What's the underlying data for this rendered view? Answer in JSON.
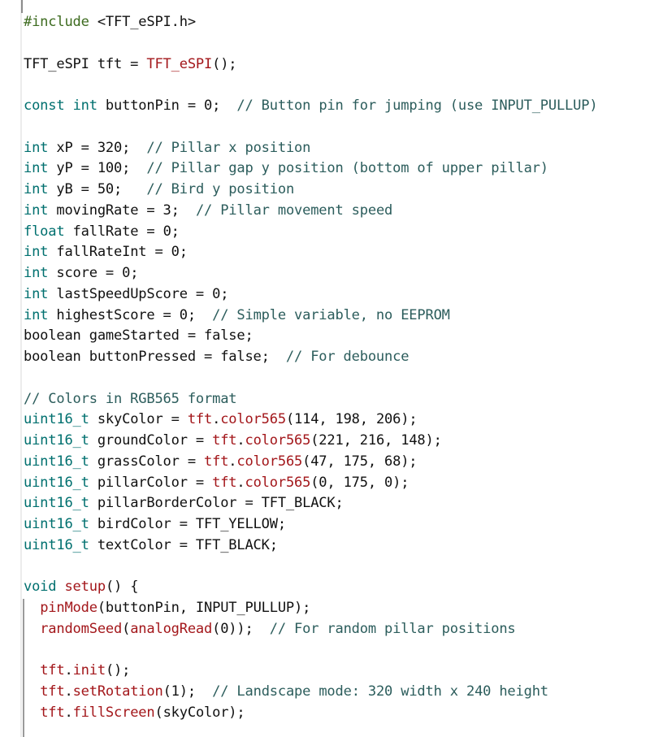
{
  "editor": {
    "theme": {
      "background": "#ffffff",
      "preprocessor": "#3d6b1f",
      "keyword": "#00706f",
      "function": "#a3171b",
      "comment": "#2c5d5c",
      "text": "#111111"
    },
    "lines": [
      [
        {
          "t": "pre",
          "v": "#include"
        },
        {
          "t": "tx",
          "v": " <TFT_eSPI.h>"
        }
      ],
      [],
      [
        {
          "t": "tx",
          "v": "TFT_eSPI tft = "
        },
        {
          "t": "fn",
          "v": "TFT_eSPI"
        },
        {
          "t": "tx",
          "v": "();"
        }
      ],
      [],
      [
        {
          "t": "kw",
          "v": "const"
        },
        {
          "t": "tx",
          "v": " "
        },
        {
          "t": "kw",
          "v": "int"
        },
        {
          "t": "tx",
          "v": " buttonPin = 0;  "
        },
        {
          "t": "cm",
          "v": "// Button pin for jumping (use INPUT_PULLUP)"
        }
      ],
      [],
      [
        {
          "t": "kw",
          "v": "int"
        },
        {
          "t": "tx",
          "v": " xP = 320;  "
        },
        {
          "t": "cm",
          "v": "// Pillar x position"
        }
      ],
      [
        {
          "t": "kw",
          "v": "int"
        },
        {
          "t": "tx",
          "v": " yP = 100;  "
        },
        {
          "t": "cm",
          "v": "// Pillar gap y position (bottom of upper pillar)"
        }
      ],
      [
        {
          "t": "kw",
          "v": "int"
        },
        {
          "t": "tx",
          "v": " yB = 50;   "
        },
        {
          "t": "cm",
          "v": "// Bird y position"
        }
      ],
      [
        {
          "t": "kw",
          "v": "int"
        },
        {
          "t": "tx",
          "v": " movingRate = 3;  "
        },
        {
          "t": "cm",
          "v": "// Pillar movement speed"
        }
      ],
      [
        {
          "t": "kw",
          "v": "float"
        },
        {
          "t": "tx",
          "v": " fallRate = 0;"
        }
      ],
      [
        {
          "t": "kw",
          "v": "int"
        },
        {
          "t": "tx",
          "v": " fallRateInt = 0;"
        }
      ],
      [
        {
          "t": "kw",
          "v": "int"
        },
        {
          "t": "tx",
          "v": " score = 0;"
        }
      ],
      [
        {
          "t": "kw",
          "v": "int"
        },
        {
          "t": "tx",
          "v": " lastSpeedUpScore = 0;"
        }
      ],
      [
        {
          "t": "kw",
          "v": "int"
        },
        {
          "t": "tx",
          "v": " highestScore = 0;  "
        },
        {
          "t": "cm",
          "v": "// Simple variable, no EEPROM"
        }
      ],
      [
        {
          "t": "tx",
          "v": "boolean gameStarted = false;"
        }
      ],
      [
        {
          "t": "tx",
          "v": "boolean buttonPressed = false;  "
        },
        {
          "t": "cm",
          "v": "// For debounce"
        }
      ],
      [],
      [
        {
          "t": "cm",
          "v": "// Colors in RGB565 format"
        }
      ],
      [
        {
          "t": "kw",
          "v": "uint16_t"
        },
        {
          "t": "tx",
          "v": " skyColor = "
        },
        {
          "t": "fn",
          "v": "tft"
        },
        {
          "t": "tx",
          "v": "."
        },
        {
          "t": "fn",
          "v": "color565"
        },
        {
          "t": "tx",
          "v": "(114, 198, 206);"
        }
      ],
      [
        {
          "t": "kw",
          "v": "uint16_t"
        },
        {
          "t": "tx",
          "v": " groundColor = "
        },
        {
          "t": "fn",
          "v": "tft"
        },
        {
          "t": "tx",
          "v": "."
        },
        {
          "t": "fn",
          "v": "color565"
        },
        {
          "t": "tx",
          "v": "(221, 216, 148);"
        }
      ],
      [
        {
          "t": "kw",
          "v": "uint16_t"
        },
        {
          "t": "tx",
          "v": " grassColor = "
        },
        {
          "t": "fn",
          "v": "tft"
        },
        {
          "t": "tx",
          "v": "."
        },
        {
          "t": "fn",
          "v": "color565"
        },
        {
          "t": "tx",
          "v": "(47, 175, 68);"
        }
      ],
      [
        {
          "t": "kw",
          "v": "uint16_t"
        },
        {
          "t": "tx",
          "v": " pillarColor = "
        },
        {
          "t": "fn",
          "v": "tft"
        },
        {
          "t": "tx",
          "v": "."
        },
        {
          "t": "fn",
          "v": "color565"
        },
        {
          "t": "tx",
          "v": "(0, 175, 0);"
        }
      ],
      [
        {
          "t": "kw",
          "v": "uint16_t"
        },
        {
          "t": "tx",
          "v": " pillarBorderColor = TFT_BLACK;"
        }
      ],
      [
        {
          "t": "kw",
          "v": "uint16_t"
        },
        {
          "t": "tx",
          "v": " birdColor = TFT_YELLOW;"
        }
      ],
      [
        {
          "t": "kw",
          "v": "uint16_t"
        },
        {
          "t": "tx",
          "v": " textColor = TFT_BLACK;"
        }
      ],
      [],
      [
        {
          "t": "kw",
          "v": "void"
        },
        {
          "t": "tx",
          "v": " "
        },
        {
          "t": "fn",
          "v": "setup"
        },
        {
          "t": "tx",
          "v": "() {"
        }
      ],
      [
        {
          "t": "tx",
          "v": "  "
        },
        {
          "t": "fn",
          "v": "pinMode"
        },
        {
          "t": "tx",
          "v": "(buttonPin, INPUT_PULLUP);"
        }
      ],
      [
        {
          "t": "tx",
          "v": "  "
        },
        {
          "t": "fn",
          "v": "randomSeed"
        },
        {
          "t": "tx",
          "v": "("
        },
        {
          "t": "fn",
          "v": "analogRead"
        },
        {
          "t": "tx",
          "v": "(0));  "
        },
        {
          "t": "cm",
          "v": "// For random pillar positions"
        }
      ],
      [],
      [
        {
          "t": "tx",
          "v": "  "
        },
        {
          "t": "fn",
          "v": "tft"
        },
        {
          "t": "tx",
          "v": "."
        },
        {
          "t": "fn",
          "v": "init"
        },
        {
          "t": "tx",
          "v": "();"
        }
      ],
      [
        {
          "t": "tx",
          "v": "  "
        },
        {
          "t": "fn",
          "v": "tft"
        },
        {
          "t": "tx",
          "v": "."
        },
        {
          "t": "fn",
          "v": "setRotation"
        },
        {
          "t": "tx",
          "v": "(1);  "
        },
        {
          "t": "cm",
          "v": "// Landscape mode: 320 width x 240 height"
        }
      ],
      [
        {
          "t": "tx",
          "v": "  "
        },
        {
          "t": "fn",
          "v": "tft"
        },
        {
          "t": "tx",
          "v": "."
        },
        {
          "t": "fn",
          "v": "fillScreen"
        },
        {
          "t": "tx",
          "v": "(skyColor);"
        }
      ]
    ]
  }
}
